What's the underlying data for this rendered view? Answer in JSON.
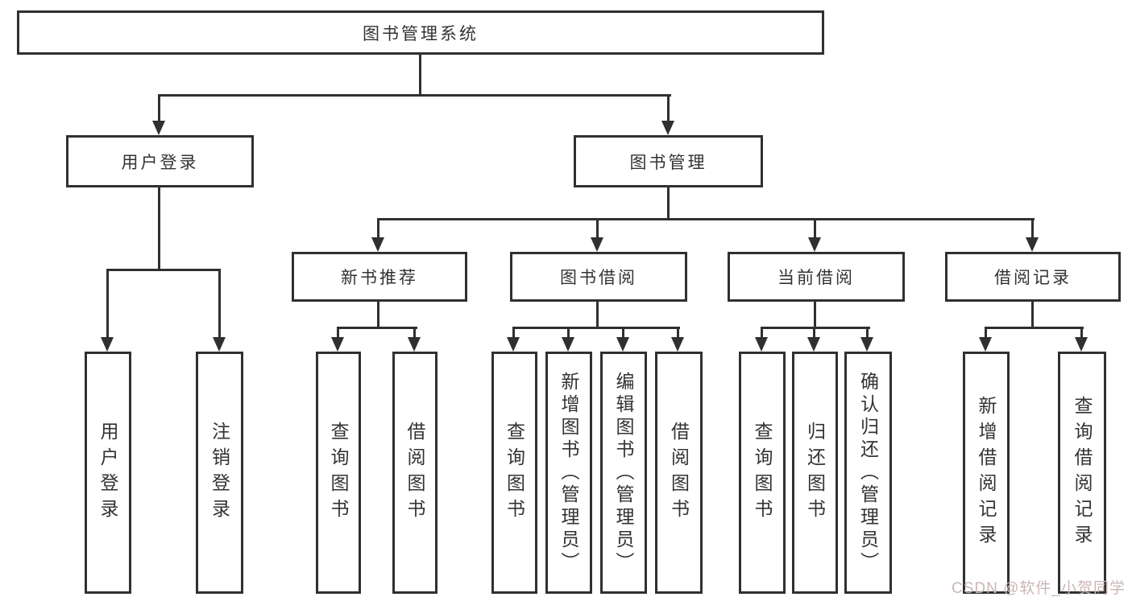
{
  "tree": {
    "root": {
      "label": "图书管理系统"
    },
    "branches": [
      {
        "label": "用户登录",
        "children": [
          {
            "label": "用户登录"
          },
          {
            "label": "注销登录"
          }
        ]
      },
      {
        "label": "图书管理",
        "children": [
          {
            "label": "新书推荐",
            "children": [
              {
                "label": "查询图书"
              },
              {
                "label": "借阅图书"
              }
            ]
          },
          {
            "label": "图书借阅",
            "children": [
              {
                "label": "查询图书"
              },
              {
                "label": "新增图书（管理员）"
              },
              {
                "label": "编辑图书（管理员）"
              },
              {
                "label": "借阅图书"
              }
            ]
          },
          {
            "label": "当前借阅",
            "children": [
              {
                "label": "查询图书"
              },
              {
                "label": "归还图书"
              },
              {
                "label": "确认归还（管理员）"
              }
            ]
          },
          {
            "label": "借阅记录",
            "children": [
              {
                "label": "新增借阅记录"
              },
              {
                "label": "查询借阅记录"
              }
            ]
          }
        ]
      }
    ]
  },
  "watermark": {
    "text": "CSDN @软件_小贺同学"
  },
  "colors": {
    "line": "#303030",
    "text": "#333333",
    "watermark": "#c9b6b6"
  }
}
